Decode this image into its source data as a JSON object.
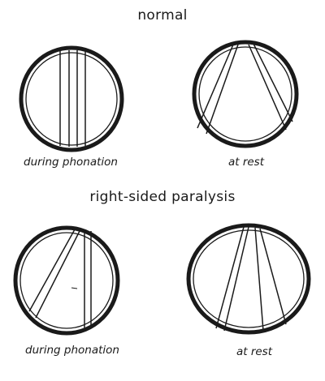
{
  "sections": {
    "normal": {
      "title": "normal",
      "left_caption": "during phonation",
      "right_caption": "at rest"
    },
    "paralysis": {
      "title": "right-sided paralysis",
      "left_caption": "during phonation",
      "right_caption": "at rest"
    }
  },
  "colors": {
    "ink": "#1a1a1a",
    "background": "#ffffff"
  }
}
